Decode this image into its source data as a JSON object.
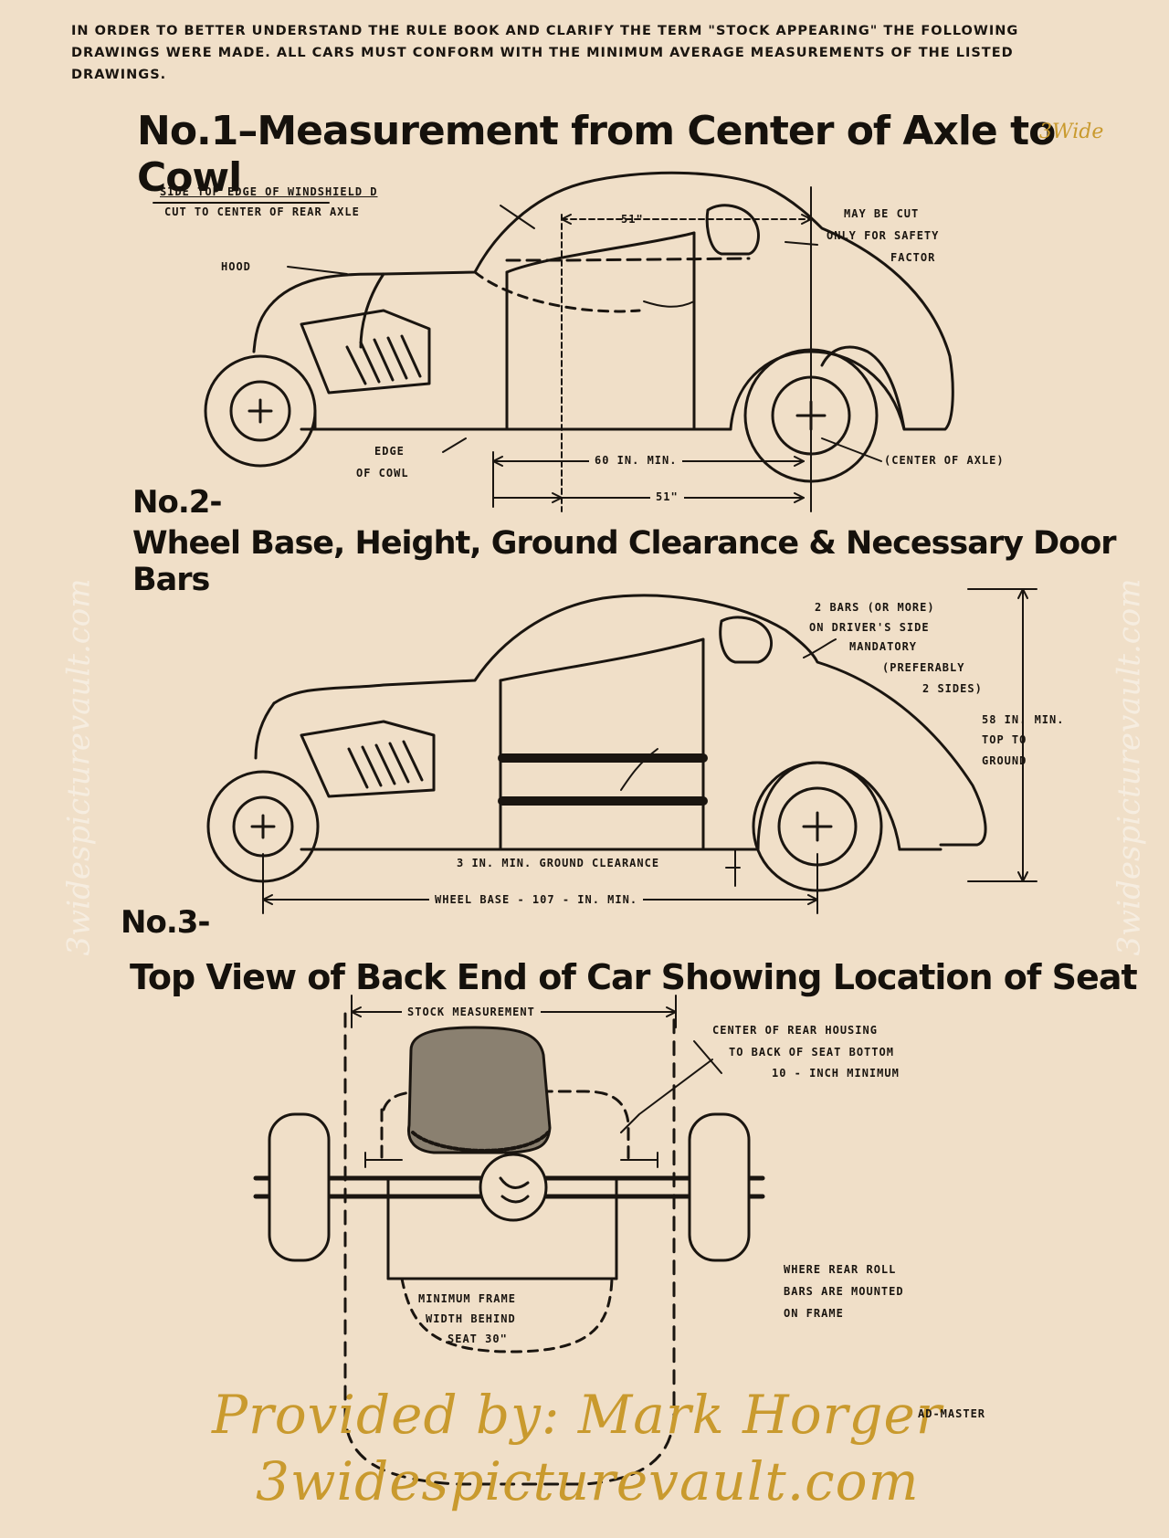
{
  "intro": "IN ORDER TO BETTER UNDERSTAND THE RULE BOOK AND CLARIFY THE TERM \"STOCK APPEARING\" THE FOLLOWING DRAWINGS WERE MADE. ALL CARS MUST CONFORM WITH THE MINIMUM AVERAGE MEASUREMENTS OF THE LISTED DRAWINGS.",
  "watermark_tag": "3Wide",
  "section1": {
    "title": "No.1–Measurement from Center of Axle to Cowl",
    "labels": {
      "windshield_line1": "SIDE TOP EDGE OF WINDSHIELD D",
      "windshield_line2": "CUT TO CENTER OF REAR AXLE",
      "hood": "HOOD",
      "may_be_cut_1": "MAY BE CUT",
      "may_be_cut_2": "ONLY FOR SAFETY",
      "may_be_cut_3": "FACTOR",
      "top_dim": "51\"",
      "edge_of_cowl_1": "EDGE",
      "edge_of_cowl_2": "OF COWL",
      "sixty_min": "60 IN. MIN.",
      "center_of_axle": "(CENTER OF AXLE)",
      "bottom_dim": "51\""
    }
  },
  "section2": {
    "number": "No.2-",
    "title": "Wheel Base, Height, Ground Clearance & Necessary Door Bars",
    "labels": {
      "bars_1": "2 BARS (or more)",
      "bars_2": "ON DRIVER'S SIDE",
      "bars_3": "MANDATORY",
      "bars_4": "(preferably",
      "bars_5": "2 sides)",
      "height_1": "58 IN. MIN.",
      "height_2": "TOP TO",
      "height_3": "GROUND",
      "clearance": "3 IN. MIN. ground clearance",
      "wheelbase": "WHEEL BASE - 107 - IN. MIN."
    }
  },
  "section3": {
    "number": "No.3-",
    "title": "Top View of Back End of Car Showing Location of Seat",
    "labels": {
      "stock": "STOCK MEASUREMENT",
      "rear_housing_1": "CENTER OF REAR HOUSING",
      "rear_housing_2": "TO BACK OF SEAT BOTTOM",
      "rear_housing_3": "10 - INCH MINIMUM",
      "frame_1": "MINIMUM FRAME",
      "frame_2": "WIDTH BEHIND",
      "frame_3": "SEAT 30\"",
      "roll_1": "WHERE REAR ROLL",
      "roll_2": "BARS ARE MOUNTED",
      "roll_3": "ON FRAME"
    }
  },
  "footer": {
    "provided_by": "Provided by:  Mark Horger",
    "ad_master": "AD-MASTER",
    "site": "3widespicturevault.com"
  },
  "side_watermark_left": "3widespicturevault.com",
  "side_watermark_right": "3widespicturevault.com"
}
